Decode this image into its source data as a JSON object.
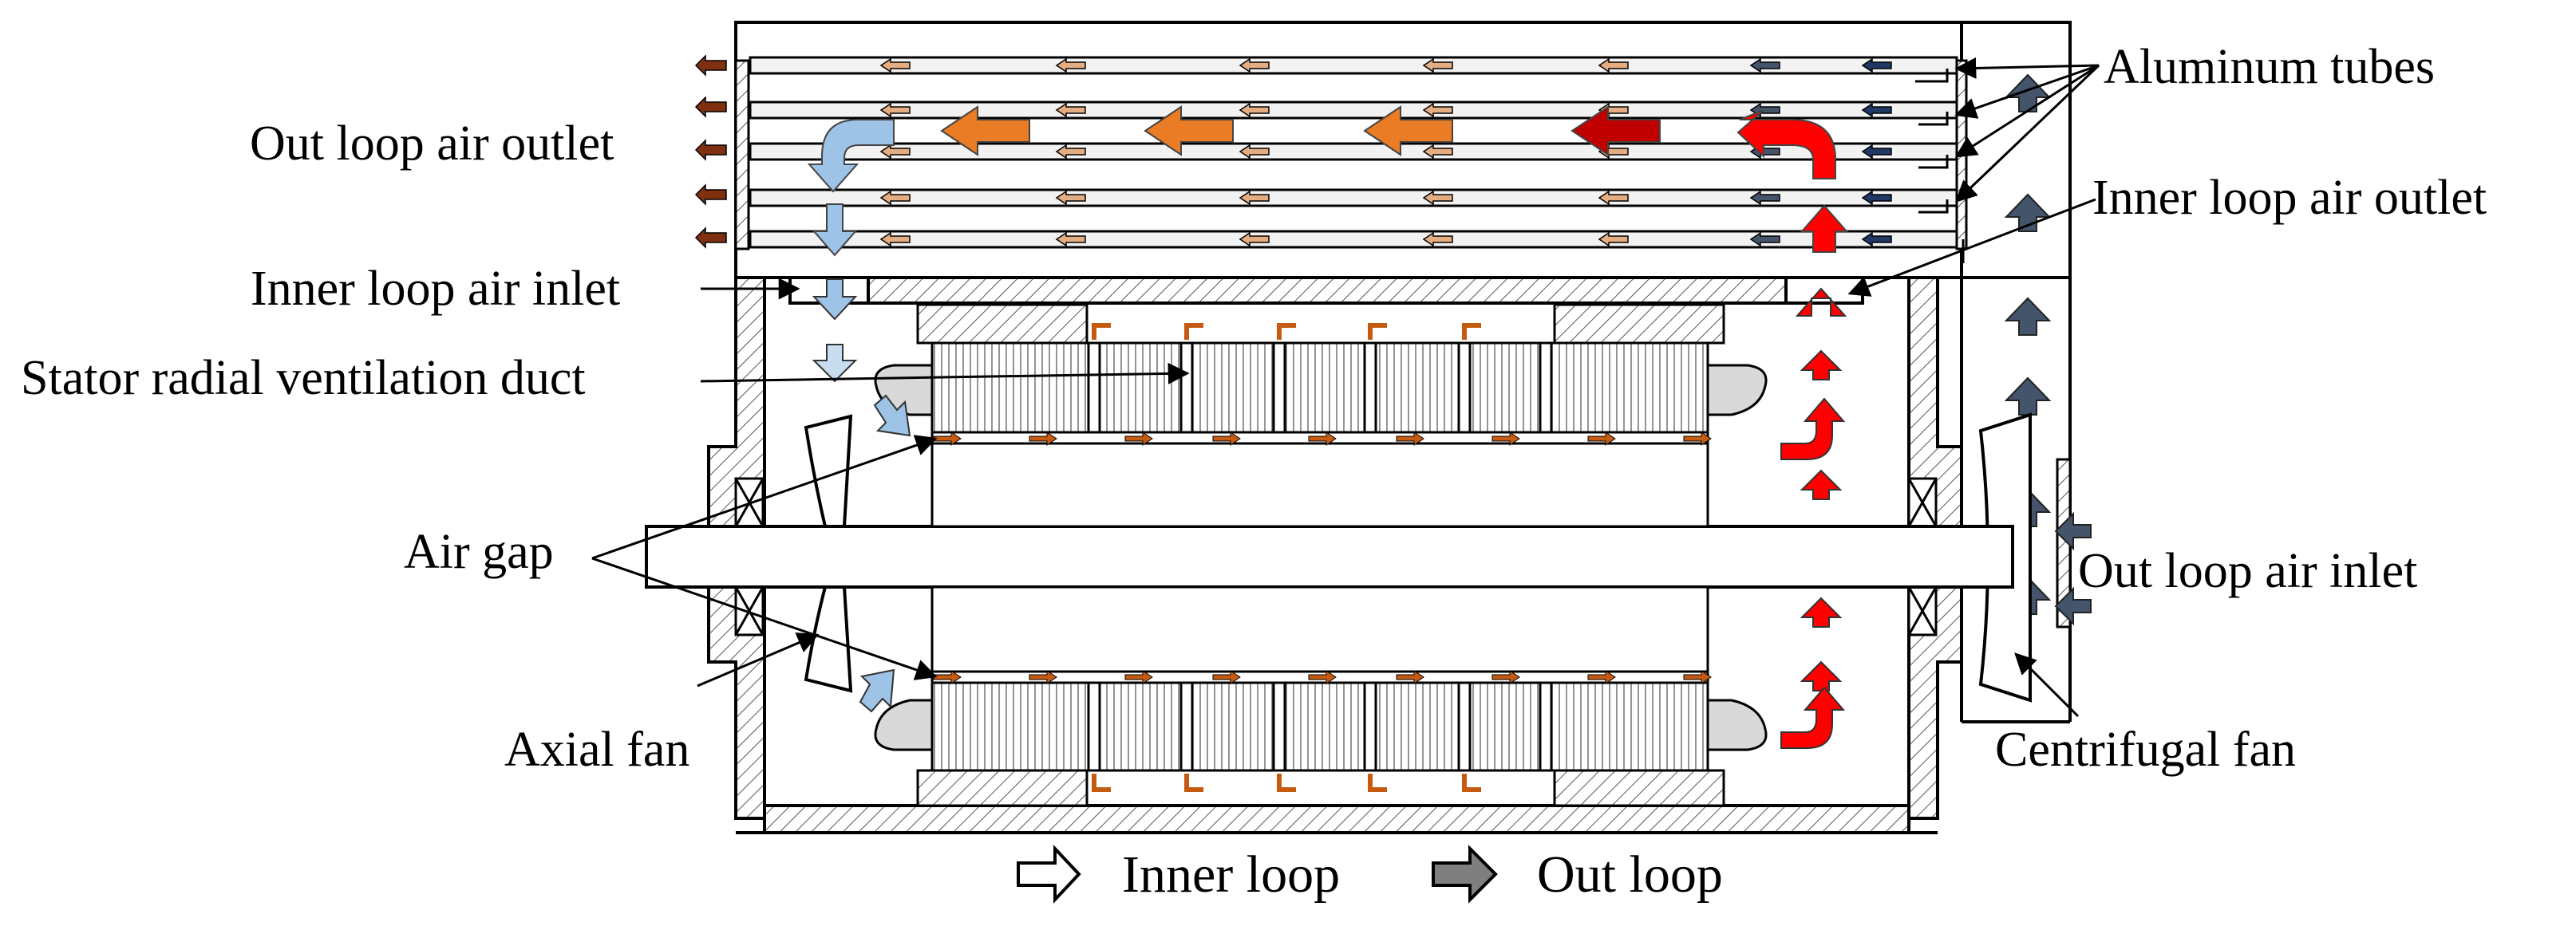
{
  "labels": {
    "aluminum_tubes": "Aluminum tubes",
    "out_loop_air_outlet": "Out loop air outlet",
    "inner_loop_air_outlet": "Inner loop air outlet",
    "inner_loop_air_inlet": "Inner loop air inlet",
    "stator_radial_duct": "Stator radial ventilation duct",
    "air_gap": "Air gap",
    "out_loop_air_inlet": "Out loop air inlet",
    "axial_fan": "Axial fan",
    "centrifugal_fan": "Centrifugal fan"
  },
  "legend": {
    "inner_loop": "Inner loop",
    "out_loop": "Out loop"
  },
  "colors": {
    "inner_cold": "#9dc3e6",
    "inner_warm": "#e97c24",
    "inner_hot": "#ff0000",
    "inner_dark_red": "#c00000",
    "out_loop_blue": "#44546a",
    "duct_arrow": "#c55a11"
  },
  "icons": {
    "inner_loop_legend": "hollow-arrow-icon",
    "out_loop_legend": "gray-arrow-icon"
  }
}
